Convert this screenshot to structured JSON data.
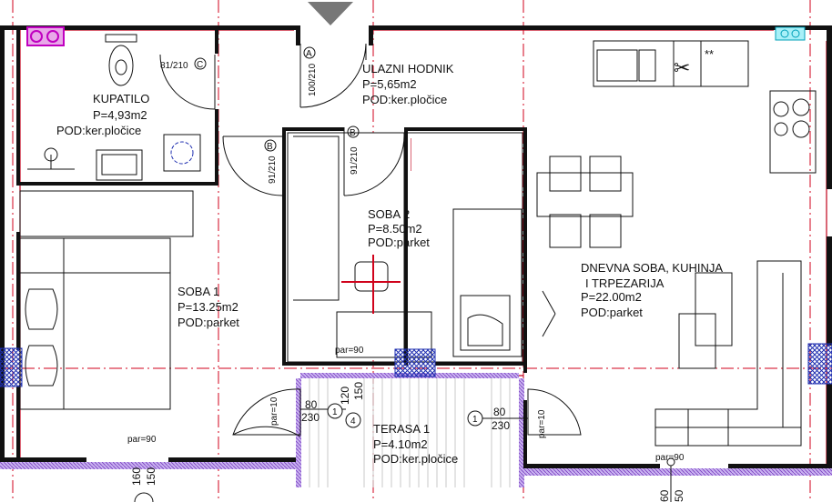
{
  "rooms": {
    "kupatilo": {
      "name": "KUPATILO",
      "area": "P=4,93m2",
      "floor": "POD:ker.pločice"
    },
    "hodnik": {
      "name": "ULAZNI HODNIK",
      "area": "P=5,65m2",
      "floor": "POD:ker.pločice"
    },
    "soba1": {
      "name": "SOBA 1",
      "area": "P=13.25m2",
      "floor": "POD:parket"
    },
    "soba2": {
      "name": "SOBA 2",
      "area": "P=8.50m2",
      "floor": "POD:parket"
    },
    "dnevna": {
      "name1": "DNEVNA SOBA, KUHINJA",
      "name2": "I TRPEZARIJA",
      "area": "P=22.00m2",
      "floor": "POD:parket"
    },
    "terasa": {
      "name": "TERASA 1",
      "area": "P=4.10m2",
      "floor": "POD:ker.pločice"
    }
  },
  "doors": {
    "d_a": "100/210",
    "d_a_tag": "A",
    "d_c": "81/210",
    "d_c_tag": "C",
    "d_b1": "91/210",
    "d_b1_tag": "B",
    "d_b2": "91/210",
    "d_b2_tag": "B"
  },
  "parapets": {
    "p1": "par=90",
    "p2": "par=90",
    "p3": "par=90",
    "p4": "par=10",
    "p5": "par=10"
  },
  "windows": {
    "w1_width": "80",
    "w1_height": "230",
    "w1_tag": "1",
    "w2_width": "80",
    "w2_height": "230",
    "w2_tag": "1",
    "w4_tag": "4",
    "w4_a": "120",
    "w4_b": "150"
  },
  "bottom_dims": {
    "left_a": "160",
    "left_b": "150",
    "right_a": "60",
    "right_b": "50"
  },
  "kitchen": {
    "stars": "**"
  },
  "colors": {
    "accent_red": "#d0021b",
    "hatch_blue": "#1f2fb0",
    "magenta": "#c000c0",
    "cyan": "#00c8d8",
    "purple_wall": "#8a3fc8"
  }
}
